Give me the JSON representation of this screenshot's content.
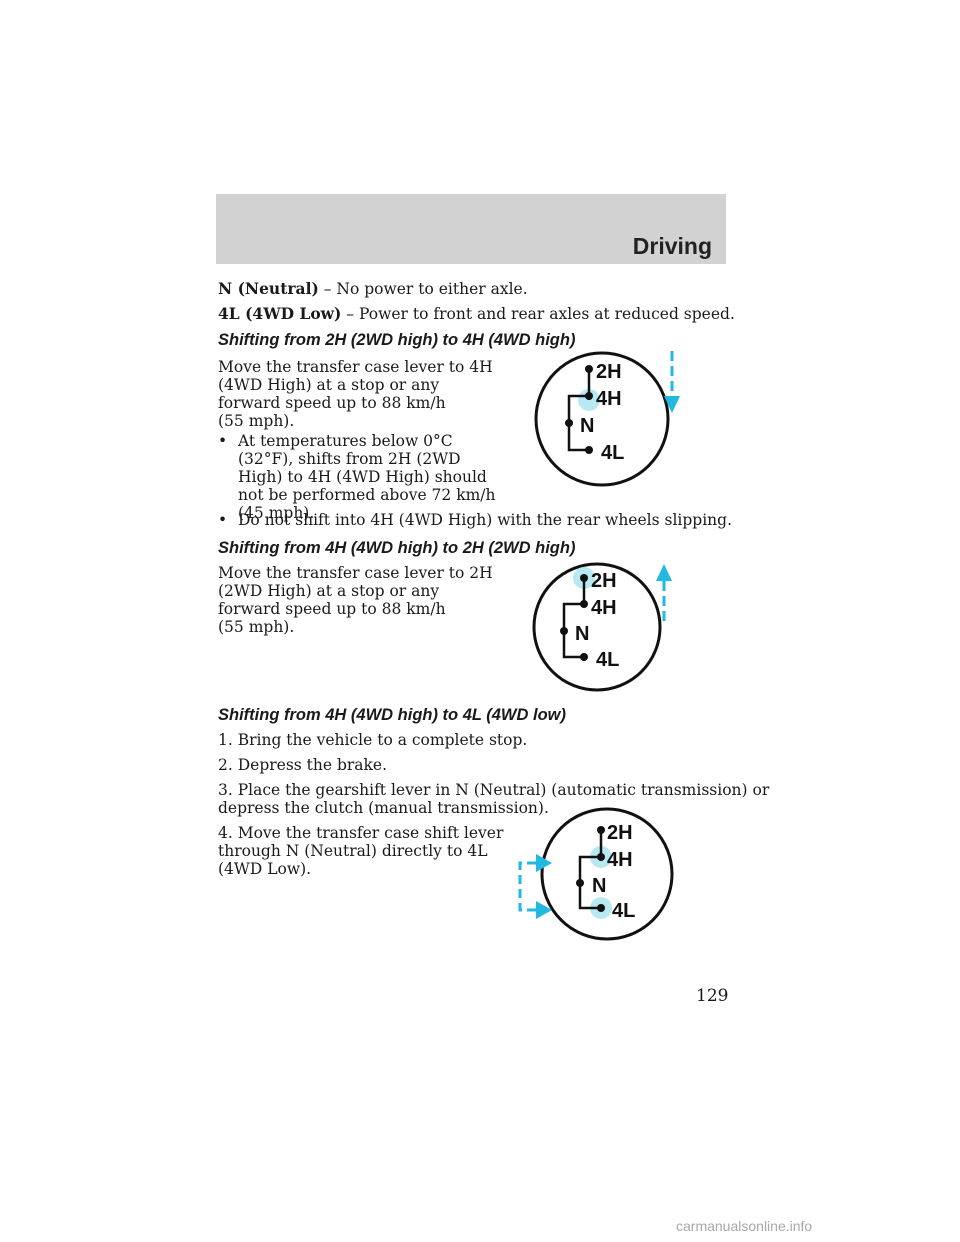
{
  "header": {
    "title": "Driving"
  },
  "intro": [
    {
      "term": "N (Neutral)",
      "desc": "– No power to either axle."
    },
    {
      "term": "4L (4WD Low)",
      "desc": "– Power to front and rear axles at reduced speed."
    }
  ],
  "section1": {
    "heading": "Shifting from 2H (2WD high) to 4H (4WD high)",
    "paragraph_lines": [
      "Move the transfer case lever to 4H",
      "(4WD High) at a stop or any",
      "forward speed up to 88 km/h",
      "(55 mph)."
    ],
    "bullet1_lines": [
      "At temperatures below 0°C",
      "(32°F), shifts from 2H (2WD",
      "High) to 4H (4WD High) should",
      "not be performed above 72 km/h",
      "(45 mph)."
    ],
    "bullet2": "Do not shift into 4H (4WD High) with the rear wheels slipping.",
    "bullet_symbol": "•"
  },
  "section2": {
    "heading": "Shifting from 4H (4WD high) to 2H (2WD high)",
    "paragraph_lines": [
      "Move the transfer case lever to 2H",
      "(2WD High) at a stop or any",
      "forward speed up to 88 km/h",
      "(55 mph)."
    ]
  },
  "section3": {
    "heading": "Shifting from 4H (4WD high) to 4L (4WD low)",
    "step1": "1. Bring the vehicle to a complete stop.",
    "step2": "2. Depress the brake.",
    "step3_lines": [
      "3. Place the gearshift lever in N (Neutral) (automatic transmission) or",
      "depress the clutch (manual transmission)."
    ],
    "step4_lines": [
      "4. Move the transfer case shift lever",
      "through N (Neutral) directly to 4L",
      "(4WD Low)."
    ]
  },
  "diagram_labels": {
    "h2": "2H",
    "h4": "4H",
    "n": "N",
    "l4": "4L"
  },
  "colors": {
    "highlight": "#b8e8f2",
    "arrow": "#22b8df",
    "header_band": "#d2d2d2"
  },
  "page_number": "129",
  "watermark": "carmanualsonline.info"
}
